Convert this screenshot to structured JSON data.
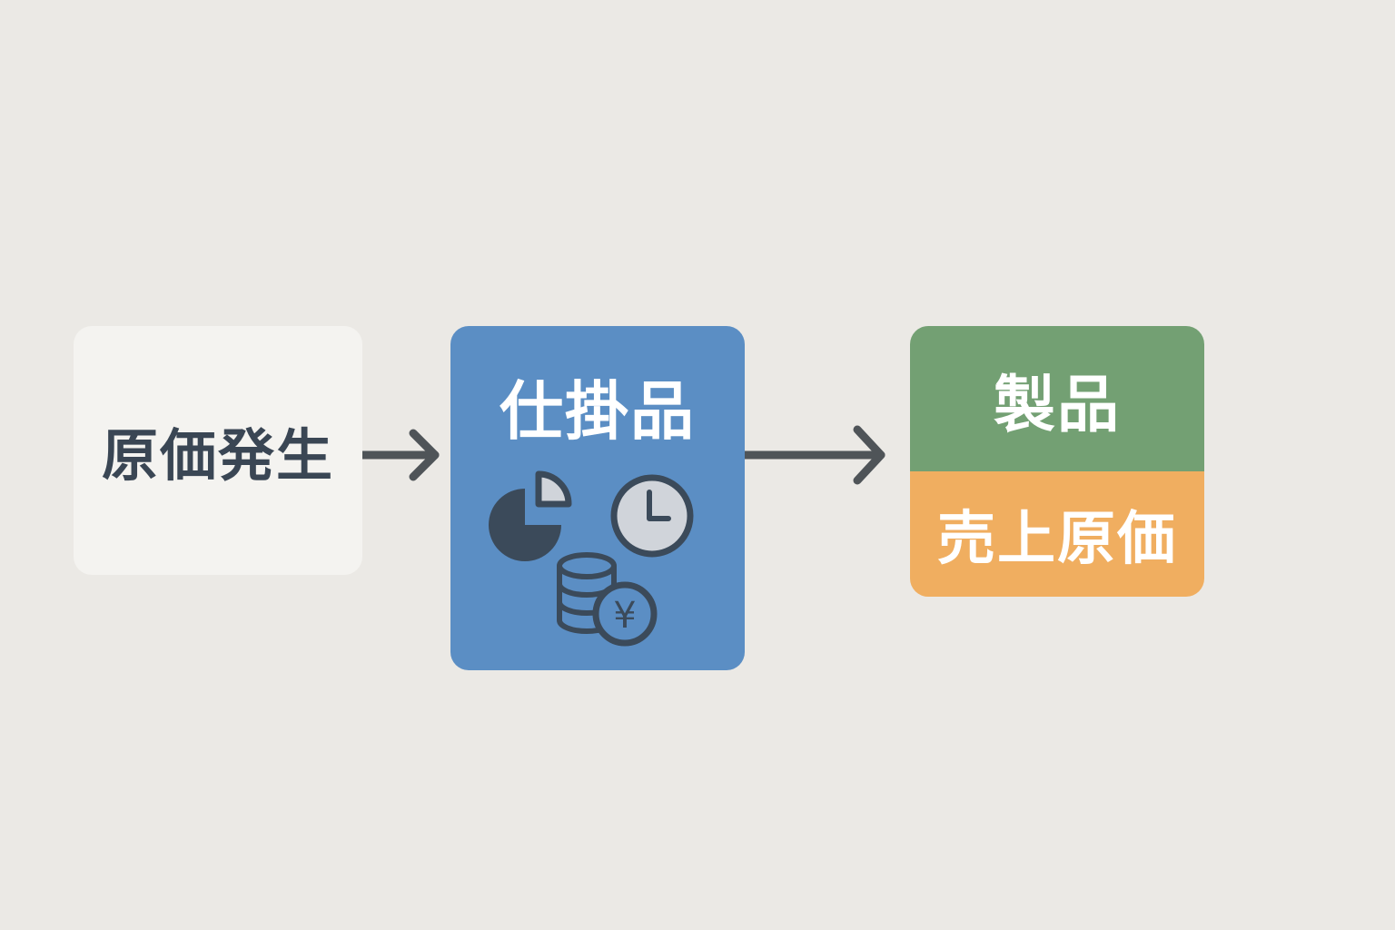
{
  "colors": {
    "background": "#ebe9e5",
    "cost_box": "#f4f3f0",
    "wip_box": "#5b8ec4",
    "product_box": "#73a073",
    "cogs_box": "#f0ae60",
    "dark_text": "#3a4654",
    "white_text": "#ffffff",
    "arrow": "#4f5458",
    "icon_dark": "#3b4a5a",
    "icon_light": "#d0d4da"
  },
  "nodes": {
    "cost": {
      "label": "原価発生"
    },
    "wip": {
      "label": "仕掛品",
      "icons": [
        "pie-chart-icon",
        "clock-icon",
        "coins-yen-icon"
      ],
      "yen_symbol": "¥"
    },
    "product": {
      "label": "製品"
    },
    "cogs": {
      "label": "売上原価"
    }
  },
  "edges": [
    {
      "from": "原価発生",
      "to": "仕掛品"
    },
    {
      "from": "仕掛品",
      "to": "製品"
    }
  ]
}
